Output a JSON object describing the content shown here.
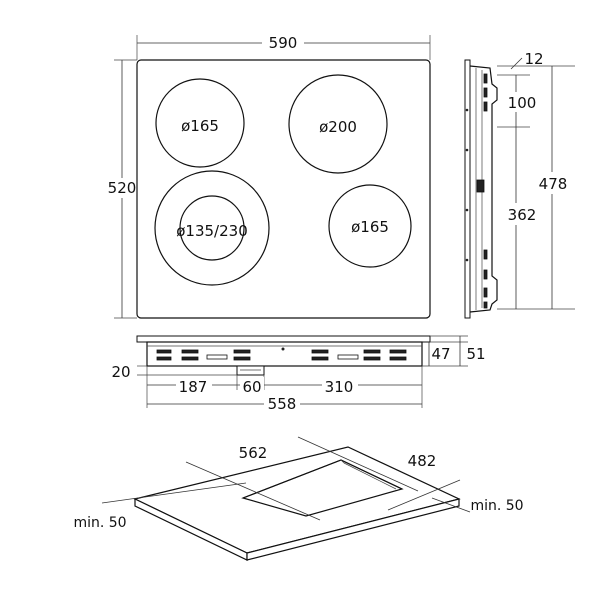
{
  "top_view": {
    "width_label": "590",
    "height_label": "520",
    "zones": [
      {
        "id": "front-left",
        "label": "ø165"
      },
      {
        "id": "rear-right",
        "label": "ø200"
      },
      {
        "id": "dual",
        "label": "ø135/230"
      },
      {
        "id": "front-right",
        "label": "ø165"
      }
    ]
  },
  "side_view": {
    "top_offset": "12",
    "upper_segment": "100",
    "total_height": "478",
    "lower_segment": "362"
  },
  "front_view": {
    "height_inner": "47",
    "height_outer": "51",
    "leg_height": "20",
    "left_offset": "187",
    "center_width": "60",
    "right_offset": "310",
    "total_width": "558"
  },
  "cutout_view": {
    "cut_width": "562",
    "cut_depth": "482",
    "min_left": "min. 50",
    "min_right": "min. 50"
  }
}
